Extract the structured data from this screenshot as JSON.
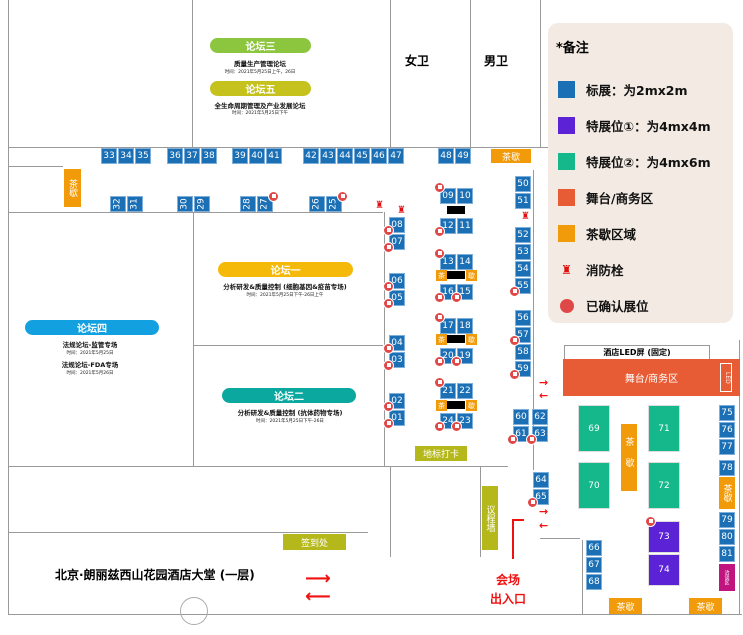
{
  "colors": {
    "standard": "#1a6fb5",
    "special1": "#5b22d6",
    "special2": "#14b88a",
    "stage": "#e85c35",
    "tea": "#f29b0a",
    "confirmed": "#e04848"
  },
  "rooms": {
    "female_wc": "女卫",
    "male_wc": "男卫"
  },
  "forums": [
    {
      "label": "论坛三",
      "title": "质量生产管理论坛",
      "time": "时间：2021年5月25日上午，26日",
      "color": "#8cc63f"
    },
    {
      "label": "论坛五",
      "title": "全生命周期管理及产业发展论坛",
      "time": "时间：2021年5月25日下午",
      "color": "#c5c21e"
    },
    {
      "label": "论坛一",
      "title": "分析研发&质量控制 (细胞基因&疫苗专场)",
      "time": "时间：2021年5月25日下午-26日上午",
      "color": "#f5b90a"
    },
    {
      "label": "论坛二",
      "title": "分析研发&质量控制 (抗体药物专场)",
      "time": "时间：2021年5月25日下午-26日",
      "color": "#0aa89e"
    },
    {
      "label": "论坛四",
      "title": "法规论坛-监管专场",
      "time": "时间：2021年5月25日",
      "title2": "法规论坛-FDA专场",
      "time2": "时间：2021年5月26日",
      "color": "#12a0e0"
    }
  ],
  "booths": [
    "01",
    "02",
    "03",
    "04",
    "05",
    "06",
    "07",
    "08",
    "09",
    "10",
    "11",
    "12",
    "13",
    "14",
    "15",
    "16",
    "17",
    "18",
    "19",
    "20",
    "21",
    "22",
    "23",
    "24",
    "25",
    "26",
    "27",
    "28",
    "29",
    "30",
    "31",
    "32",
    "33",
    "34",
    "35",
    "36",
    "37",
    "38",
    "39",
    "40",
    "41",
    "42",
    "43",
    "44",
    "45",
    "46",
    "47",
    "48",
    "49",
    "50",
    "51",
    "52",
    "53",
    "54",
    "55",
    "56",
    "57",
    "58",
    "59",
    "60",
    "61",
    "62",
    "63",
    "64",
    "65",
    "66",
    "67",
    "68",
    "75",
    "76",
    "77",
    "78",
    "79",
    "80",
    "81"
  ],
  "special2_booths": [
    "69",
    "70",
    "71",
    "72"
  ],
  "special1_booths": [
    "73",
    "74"
  ],
  "confirmed": [
    "01",
    "02",
    "03",
    "04",
    "05",
    "06",
    "07",
    "08",
    "09",
    "12",
    "13",
    "15",
    "16",
    "17",
    "19",
    "20",
    "21",
    "23",
    "24",
    "25",
    "27",
    "55",
    "57",
    "59",
    "61",
    "63",
    "65",
    "73"
  ],
  "areas": {
    "tea": "茶歇",
    "tea_left": "茶歇",
    "tea_small_a": "茶",
    "tea_small_b": "歇",
    "landmark": "地标打卡",
    "agenda_wall": "议程墙",
    "checkin": "签到处",
    "led_screen": "酒店LED屏 (固定)",
    "stage": "舞台/商务区",
    "led": "LED",
    "negotiation": "洽谈区",
    "exit": "会场\n出入口",
    "exit1": "会场",
    "exit2": "出入口",
    "hotel": "北京·朗丽兹西山花园酒店大堂 (一层)"
  },
  "legend": {
    "title": "*备注",
    "items": [
      {
        "label": "标展：为2mx2m",
        "color": "#1a6fb5"
      },
      {
        "label": "特展位①：为4mx4m",
        "color": "#5b22d6"
      },
      {
        "label": "特展位②：为4mx6m",
        "color": "#14b88a"
      },
      {
        "label": "舞台/商务区",
        "color": "#e85c35"
      },
      {
        "label": "茶歇区域",
        "color": "#f29b0a"
      },
      {
        "label": "消防栓",
        "icon": "fire-hydrant"
      },
      {
        "label": "已确认展位",
        "icon": "confirmed-flag"
      }
    ]
  }
}
